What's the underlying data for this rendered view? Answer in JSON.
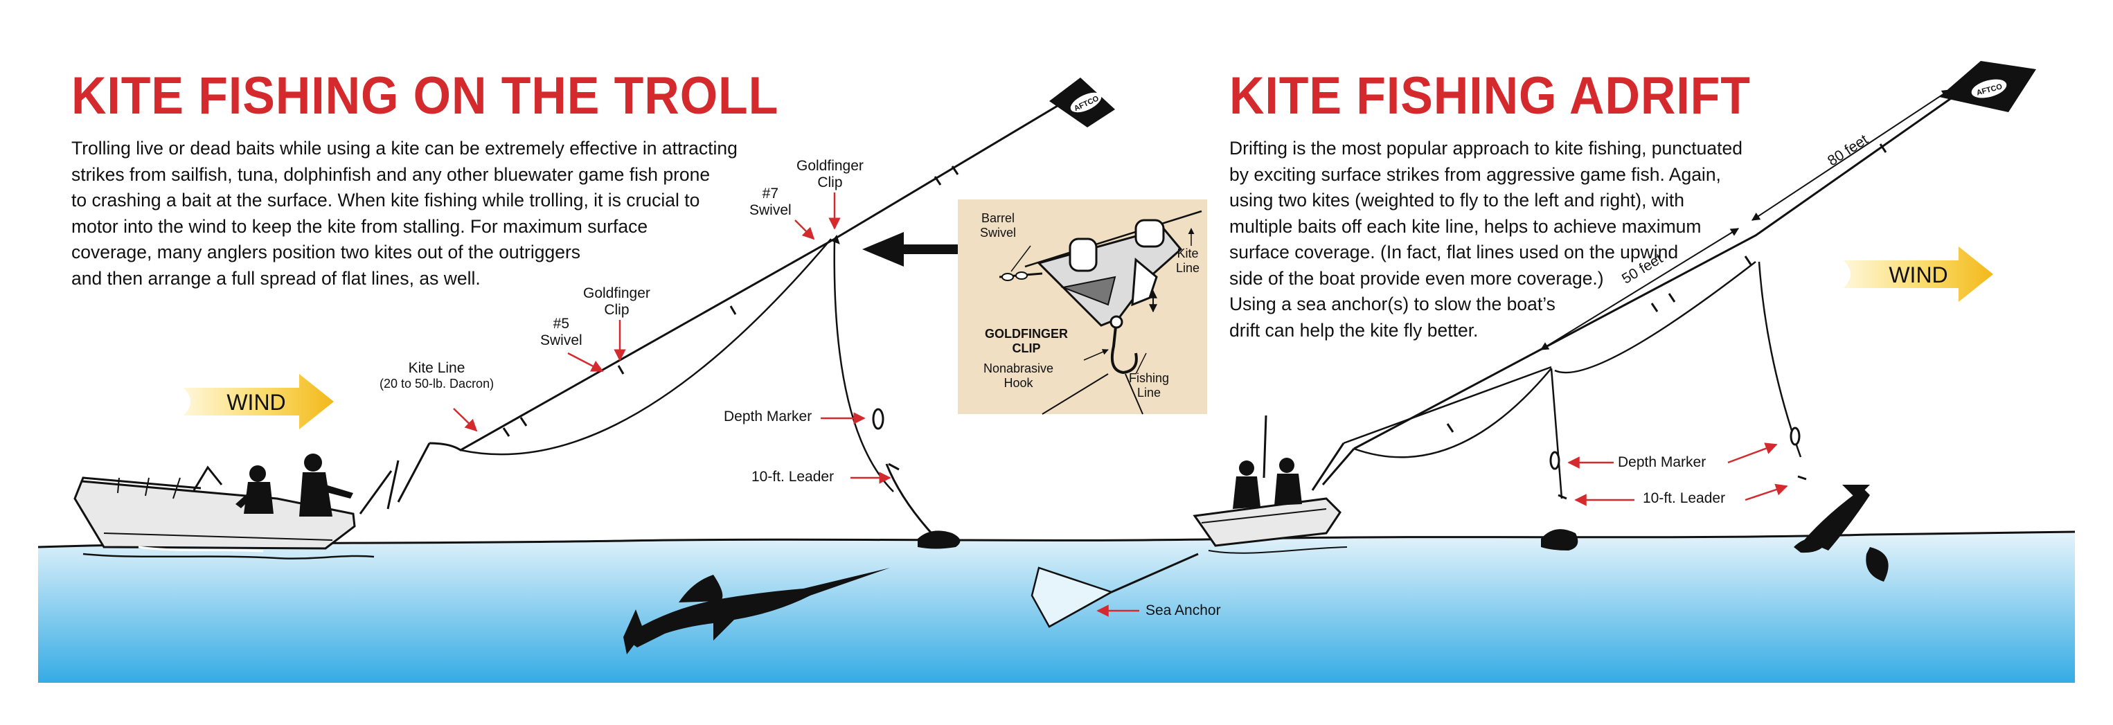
{
  "left": {
    "title": "KITE FISHING ON THE TROLL",
    "paragraph_lines": [
      "Trolling live or dead baits while using a kite can be extremely effective in attracting",
      "strikes from sailfish, tuna, dolphinfish and any other bluewater game fish prone",
      "to crashing a bait at the surface.  When kite fishing while trolling, it is crucial to",
      "motor into the wind to keep the kite from stalling.  For maximum surface",
      "coverage, many anglers position two kites out of the outriggers",
      "and then arrange a full spread of flat lines, as well."
    ],
    "labels": {
      "kite_line": [
        "Kite Line",
        "(20 to 50-lb. Dacron)"
      ],
      "swivel_5": [
        "#5",
        "Swivel"
      ],
      "goldfinger_clip_1": [
        "Goldfinger",
        "Clip"
      ],
      "swivel_7": [
        "#7",
        "Swivel"
      ],
      "goldfinger_clip_2": [
        "Goldfinger",
        "Clip"
      ],
      "depth_marker": "Depth Marker",
      "leader": "10-ft. Leader"
    },
    "wind": "WIND",
    "kite_logo": "AFTCO"
  },
  "inset": {
    "barrel_swivel": [
      "Barrel",
      "Swivel"
    ],
    "kite_line": [
      "Kite",
      "Line"
    ],
    "goldfinger_clip": [
      "GOLDFINGER",
      "CLIP"
    ],
    "nonabrasive_hook": [
      "Nonabrasive",
      "Hook"
    ],
    "fishing_line": [
      "Fishing",
      "Line"
    ]
  },
  "right": {
    "title": "KITE FISHING ADRIFT",
    "paragraph_lines": [
      "Drifting is the most popular approach to kite fishing, punctuated",
      "by exciting surface strikes from aggressive game fish.  Again,",
      "using two kites (weighted to fly to the left and right), with",
      "multiple baits off each kite line, helps to achieve maximum",
      "surface coverage.  (In fact, flat lines used on the upwind",
      "side of the boat provide even more coverage.)",
      "Using a sea anchor(s) to slow the boat’s",
      "drift can help the kite fly better."
    ],
    "labels": {
      "feet_50": "50 feet",
      "feet_80": "80 feet",
      "depth_marker": "Depth Marker",
      "leader": "10-ft. Leader",
      "sea_anchor": "Sea Anchor"
    },
    "wind": "WIND",
    "kite_logo": "AFTCO"
  },
  "colors": {
    "title_red": "#d42a2e",
    "callout_red": "#d42a2e",
    "water_top": "#dbeef9",
    "water_bottom": "#3aaee6",
    "wind_yellow": "#f7c51c",
    "inset_bg": "#f0dfc3",
    "ink": "#111111"
  }
}
